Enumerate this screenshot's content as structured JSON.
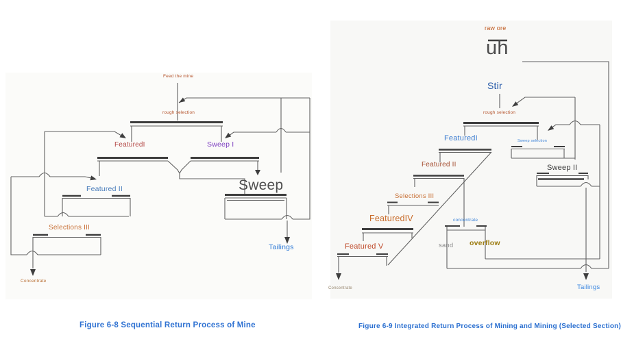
{
  "page": {
    "background": "#ffffff"
  },
  "colors": {
    "caption_blue": "#2f72d2",
    "label_orange_red": "#b5542d",
    "label_red": "#b34745",
    "label_purple": "#7d3fc1",
    "label_steel_blue": "#4a7dbb",
    "label_blue": "#3a7bd0",
    "label_orange": "#c87137",
    "label_olive": "#9c7b10",
    "label_gray": "#8c8c8c",
    "big_text_gray": "#4f4f4f",
    "line_gray": "#616161"
  },
  "figure_left": {
    "caption": "Figure 6-8 Sequential Return Process of Mine",
    "labels": {
      "feed_the_mine": "Feed the mine",
      "rough_selection": "rough selection",
      "cleaning_i": "FeaturedI",
      "sweep_i": "Sweep I",
      "cleaning_ii": "Featured II",
      "sweep": "Sweep",
      "cleaning_iii": "Selections III",
      "tailings": "Tailings",
      "concentrate": "Concentrate"
    }
  },
  "figure_right": {
    "caption": "Figure 6-9 Integrated Return Process of Mining and Mining (Selected Section)",
    "labels": {
      "raw_ore": "raw ore",
      "mill": "uh",
      "stir": "Stir",
      "rough_selection": "rough selection",
      "cleaning_i": "FeaturedI",
      "sweep_selected": "Sweep selection",
      "cleaning_ii": "Featured II",
      "sweep_ii": "Sweep II",
      "cleaning_iii": "Selections III",
      "cleaning_iv": "FeaturedIV",
      "concentrate_cell": "concentrate",
      "cleaning_v": "Featured V",
      "sand": "sand",
      "overflow": "overflow",
      "concentrate": "Concentrate",
      "tailings": "Tailings"
    }
  }
}
